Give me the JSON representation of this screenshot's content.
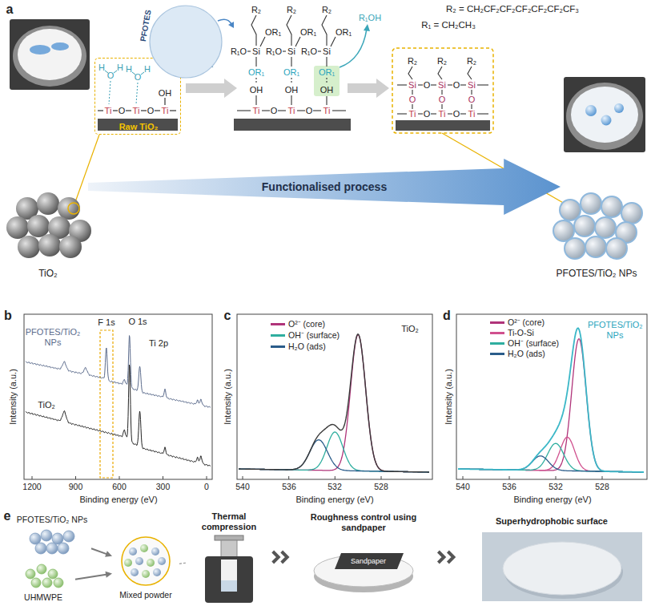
{
  "diagram": {
    "nodes": [
      {
        "text": [
          "Raw TiO₂"
        ]
      },
      {
        "text": [
          "PFOTES"
        ]
      },
      {
        "text": [
          "Functionalised process"
        ]
      },
      {
        "text": [
          "PFOTES/TiO₂ NPs"
        ]
      },
      {
        "text": [
          "UHMWPE"
        ]
      },
      {
        "text": [
          "Mixed powder"
        ]
      },
      {
        "text": [
          "Thermal compression"
        ]
      },
      {
        "text": [
          "Roughness control using sandpaper",
          "Sandpaper"
        ]
      },
      {
        "text": [
          "Superhydrophobic surface"
        ]
      }
    ],
    "edges": [
      {
        "from": 3,
        "to": 5,
        "arrow": "to"
      },
      {
        "from": 4,
        "to": 5,
        "arrow": "to"
      },
      {
        "from": 5,
        "to": 6,
        "arrow": "none"
      },
      {
        "from": 6,
        "to": 7,
        "arrow": "to"
      },
      {
        "from": 7,
        "to": 8,
        "arrow": "to"
      }
    ],
    "labels": [
      "a",
      "H",
      "O",
      "H",
      "H",
      "O",
      "H",
      "OH",
      "Ti",
      "O",
      "Ti",
      "O",
      "Ti",
      "R₂",
      "Si",
      "OR₁",
      "R₁O",
      "OR₁",
      "R₂",
      "R₂",
      "R₂",
      "OR₁",
      "OR₁",
      "OR₁",
      "R₁O",
      "Si",
      "R₁O",
      "Si",
      "R₁O",
      "Si",
      "OR₁",
      "OR₁",
      "OR₁",
      "OH",
      "OH",
      "OH",
      "Ti",
      "O",
      "Ti",
      "O",
      "Ti",
      "R₁OH",
      "R₂ = CH₂CF₂CF₂CF₂CF₂CF₂CF₃",
      "R₁ = CH₂CH₃",
      "R₂",
      "R₂",
      "R₂",
      "Si",
      "O",
      "Si",
      "O",
      "Si",
      "O",
      "O",
      "O",
      "Ti",
      "O",
      "Ti",
      "O",
      "Ti",
      "TiO₂",
      "PFOTES/TiO₂ NPs",
      "b",
      "Intensity (a.u.)",
      "PFOTES/TiO₂ NPs",
      "F 1s",
      "O 1s",
      "Ti 2p",
      "TiO₂",
      "1200",
      "900",
      "600",
      "300",
      "0",
      "Binding energy (eV)",
      "c",
      "Intensity (a.u.)",
      "TiO₂",
      "540",
      "536",
      "532",
      "528",
      "Binding energy (eV)",
      "d",
      "Intensity (a.u.)",
      "PFOTES/TiO₂ NPs",
      "540",
      "536",
      "532",
      "528",
      "Binding energy (eV)",
      "e"
    ],
    "legend": [
      {
        "text": "O²⁻ (core)",
        "color": "#b0347a"
      },
      {
        "text": "OH⁻ (surface)",
        "color": "#2fae9f"
      },
      {
        "text": "H₂O (ads)",
        "color": "#2a5c8a"
      },
      {
        "text": "O²⁻ (core)",
        "color": "#b0347a"
      },
      {
        "text": "Ti-O-Si",
        "color": "#d0508e"
      },
      {
        "text": "OH⁻ (surface)",
        "color": "#2fae9f"
      },
      {
        "text": "H₂O (ads)",
        "color": "#2a5c8a"
      }
    ]
  }
}
